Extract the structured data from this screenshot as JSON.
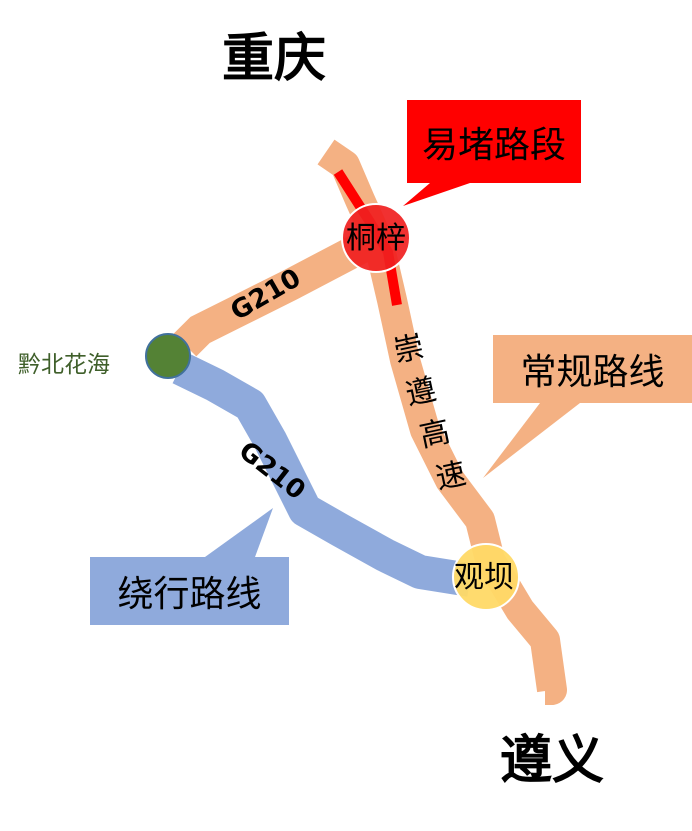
{
  "cities": {
    "north": "重庆",
    "south": "遵义"
  },
  "nodes": {
    "tongzi": "桐梓",
    "guanba": "观坝",
    "qianbei": "黔北花海"
  },
  "roads": {
    "g210_upper": "G210",
    "g210_lower": "G210",
    "expressway": [
      "崇",
      "遵",
      "高",
      "速"
    ]
  },
  "callouts": {
    "congested": "易堵路段",
    "regular": "常规路线",
    "detour": "绕行路线"
  },
  "colors": {
    "regular": "#f4b183",
    "congested": "#ff0000",
    "detour": "#8faadc",
    "tongzi": "#f02020",
    "guanba": "#ffd966",
    "qianbei": "#548235",
    "qianbei_text": "#3f5f2a"
  }
}
